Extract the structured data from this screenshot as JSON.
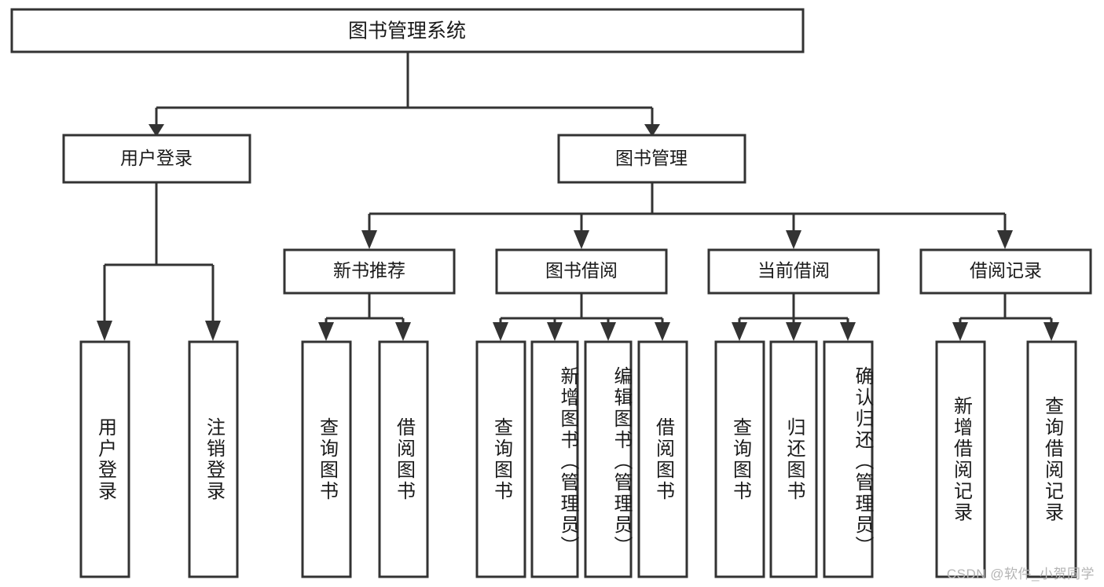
{
  "diagram": {
    "type": "tree-hierarchy",
    "orientation": "top-down",
    "root": {
      "id": "root",
      "label": "图书管理系统"
    },
    "level1": [
      {
        "id": "user-login",
        "label": "用户登录"
      },
      {
        "id": "book-manage",
        "label": "图书管理"
      }
    ],
    "level2": [
      {
        "id": "new-book-recommend",
        "label": "新书推荐",
        "parent": "book-manage"
      },
      {
        "id": "book-borrow",
        "label": "图书借阅",
        "parent": "book-manage"
      },
      {
        "id": "current-borrow",
        "label": "当前借阅",
        "parent": "book-manage"
      },
      {
        "id": "borrow-record",
        "label": "借阅记录",
        "parent": "book-manage"
      }
    ],
    "leaves": [
      {
        "id": "leaf-user-login",
        "label": "用户登录",
        "parent": "user-login"
      },
      {
        "id": "leaf-user-logout",
        "label": "注销登录",
        "parent": "user-login"
      },
      {
        "id": "leaf-query-book-1",
        "label": "查询图书",
        "parent": "new-book-recommend"
      },
      {
        "id": "leaf-borrow-book-1",
        "label": "借阅图书",
        "parent": "new-book-recommend"
      },
      {
        "id": "leaf-query-book-2",
        "label": "查询图书",
        "parent": "book-borrow"
      },
      {
        "id": "leaf-add-book",
        "label": "新增图书（管理员）",
        "parent": "book-borrow"
      },
      {
        "id": "leaf-edit-book",
        "label": "编辑图书（管理员）",
        "parent": "book-borrow"
      },
      {
        "id": "leaf-borrow-book-2",
        "label": "借阅图书",
        "parent": "book-borrow"
      },
      {
        "id": "leaf-query-book-3",
        "label": "查询图书",
        "parent": "current-borrow"
      },
      {
        "id": "leaf-return-book",
        "label": "归还图书",
        "parent": "current-borrow"
      },
      {
        "id": "leaf-confirm-return",
        "label": "确认归还（管理员）",
        "parent": "current-borrow"
      },
      {
        "id": "leaf-add-record",
        "label": "新增借阅记录",
        "parent": "borrow-record"
      },
      {
        "id": "leaf-query-record",
        "label": "查询借阅记录",
        "parent": "borrow-record"
      }
    ]
  },
  "watermark": {
    "text": "CSDN @软件_小贺同学"
  },
  "colors": {
    "stroke": "#333333",
    "fill": "#ffffff",
    "text": "#1a1a1a",
    "watermark": "#b4b4b4"
  }
}
